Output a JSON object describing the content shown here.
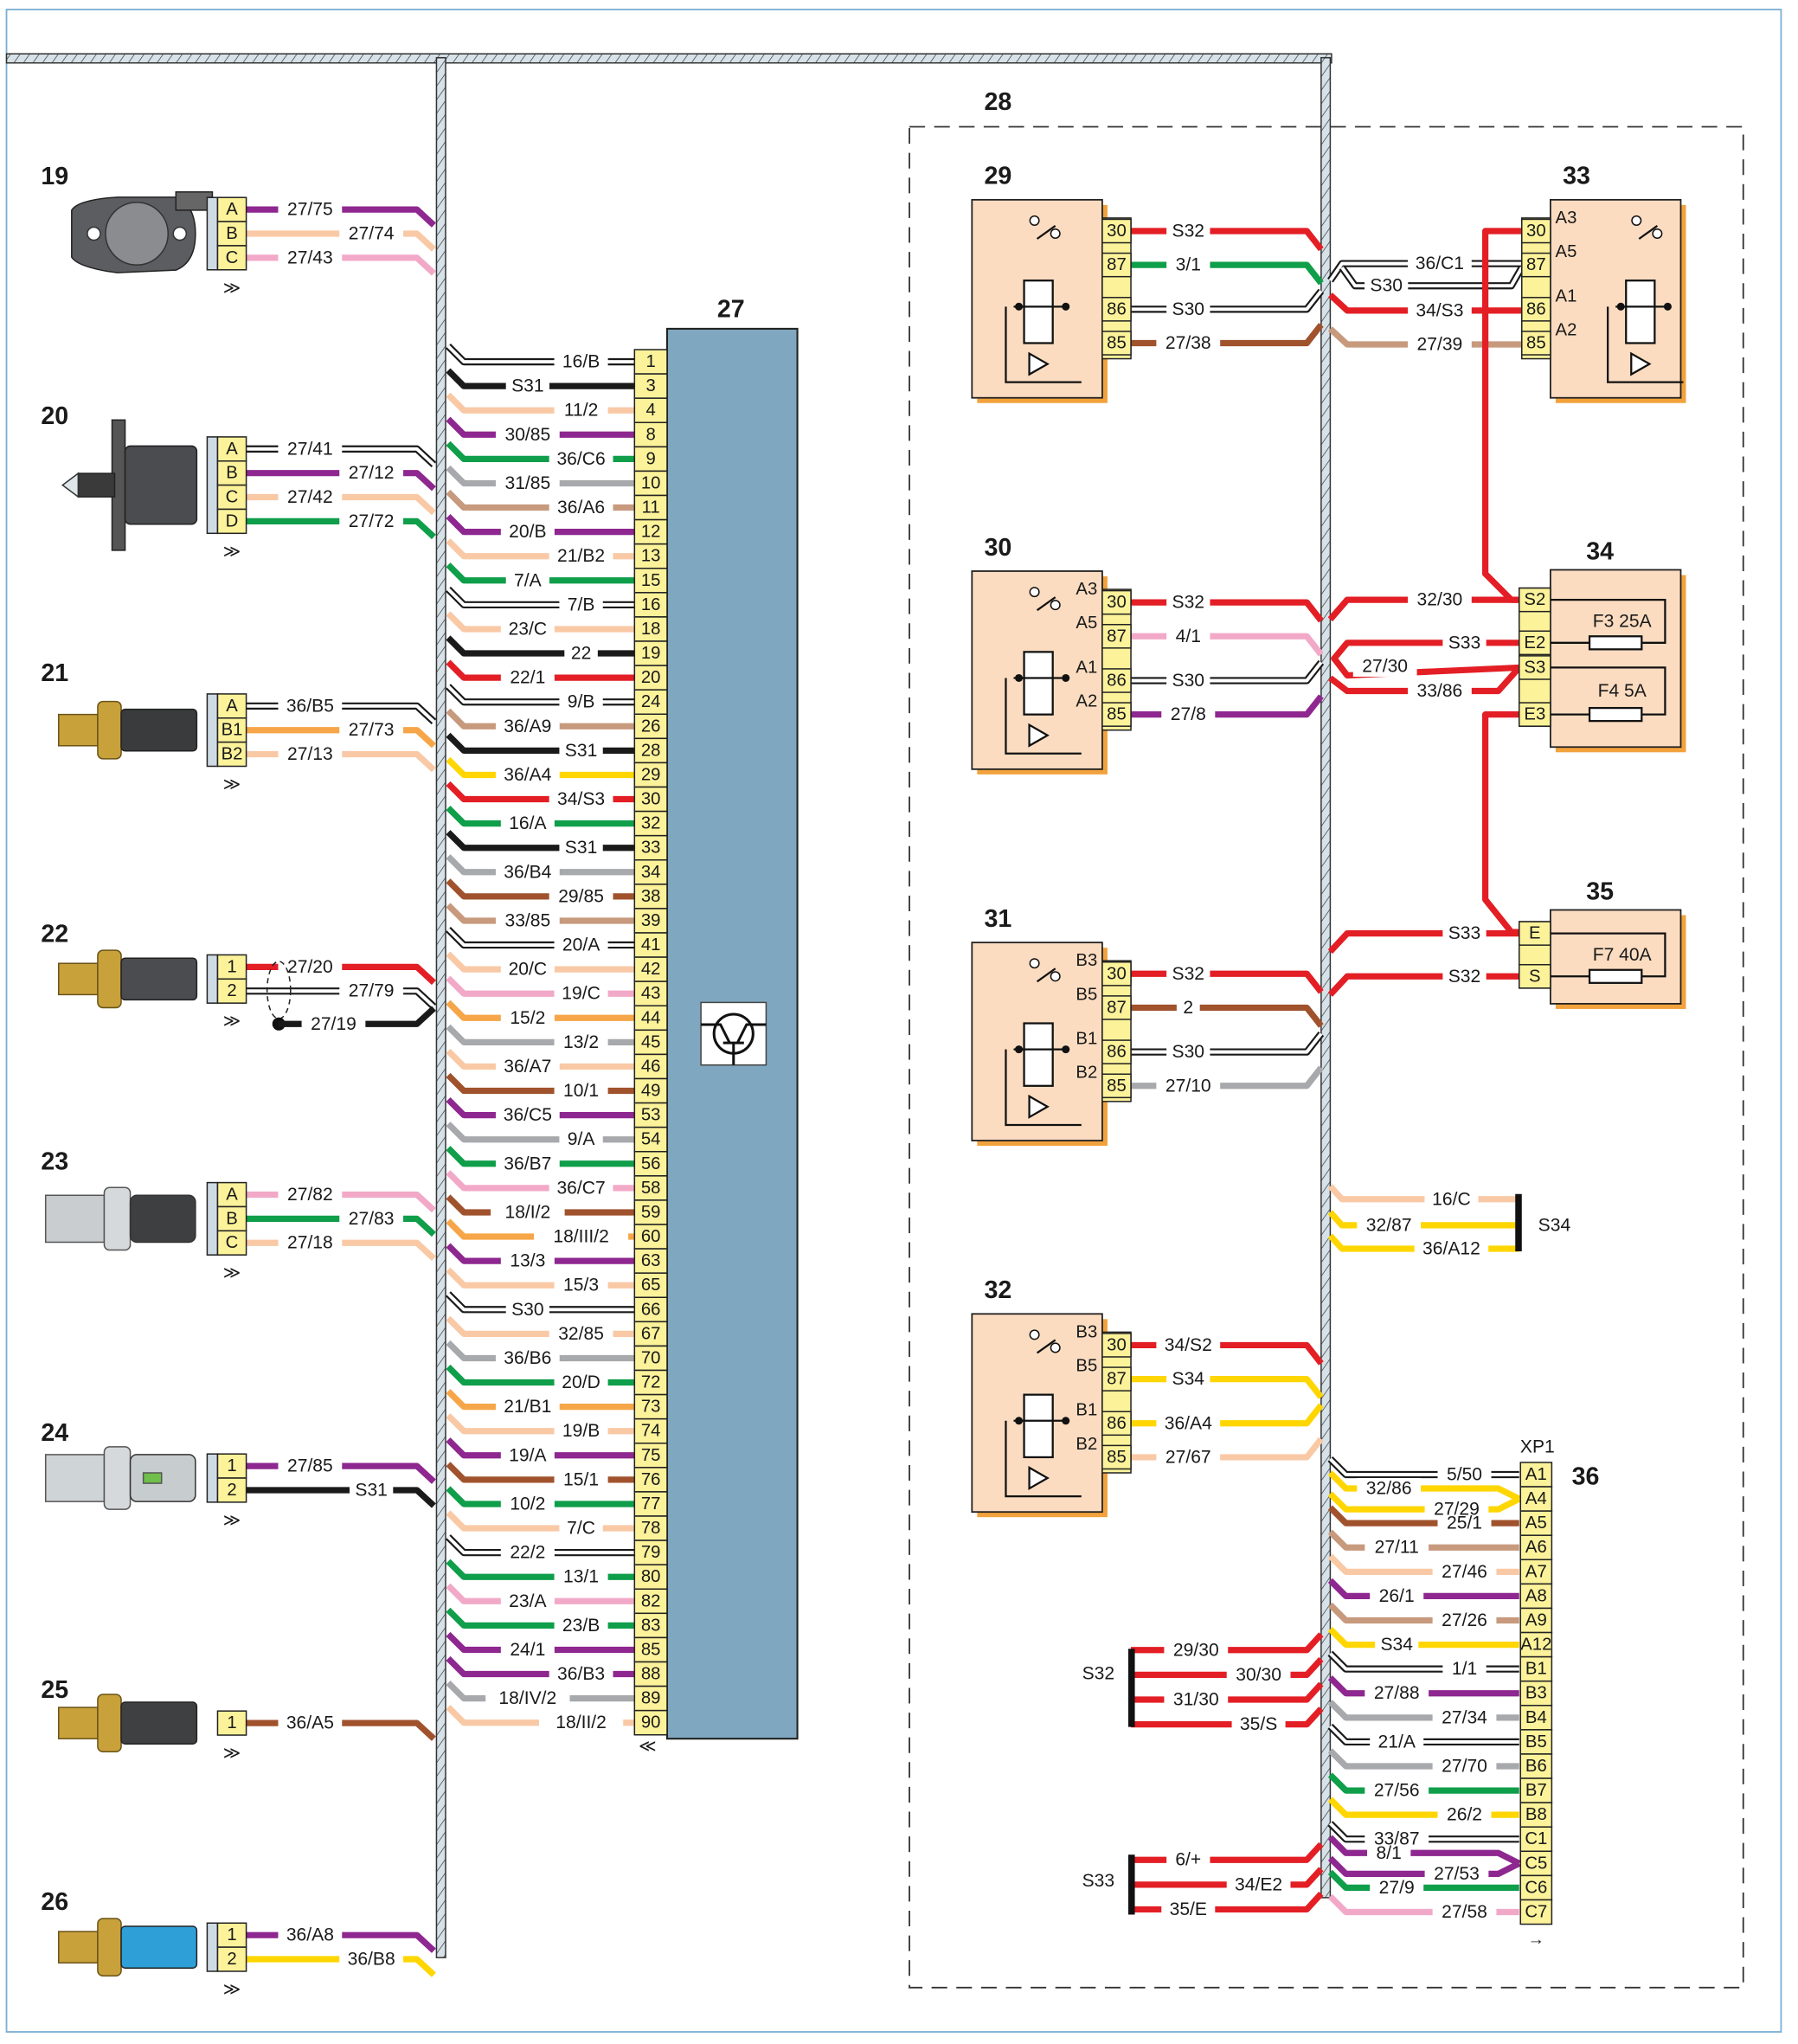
{
  "diagram": {
    "type": "wiring-diagram",
    "colors": {
      "violet": "#8e278f",
      "peach": "#f9c9a6",
      "pink": "#f2a9c8",
      "green": "#0f9e4a",
      "black": "#1a1a1a",
      "gray": "#a7a9ac",
      "tan": "#c79a7e",
      "orange": "#f6a648",
      "red": "#e31e25",
      "yellow": "#ffd600",
      "brown": "#a0522d",
      "white": "#ffffff",
      "connector_fill": "#fbf29a",
      "ecu_fill": "#7fa7bf",
      "relay_fill": "#fbdcc0",
      "relay_shadow": "#f2a23c",
      "harness_fill": "#d6e1e8",
      "frame": "#7bafd4"
    },
    "sensors": [
      {
        "id": "19",
        "pins": [
          {
            "pin": "A",
            "wire": "27/75",
            "color": "violet"
          },
          {
            "pin": "B",
            "wire": "27/74",
            "color": "peach"
          },
          {
            "pin": "C",
            "wire": "27/43",
            "color": "pink"
          }
        ]
      },
      {
        "id": "20",
        "pins": [
          {
            "pin": "A",
            "wire": "27/41",
            "color": "white"
          },
          {
            "pin": "B",
            "wire": "27/12",
            "color": "violet"
          },
          {
            "pin": "C",
            "wire": "27/42",
            "color": "peach"
          },
          {
            "pin": "D",
            "wire": "27/72",
            "color": "green"
          }
        ]
      },
      {
        "id": "21",
        "pins": [
          {
            "pin": "A",
            "wire": "36/B5",
            "color": "white"
          },
          {
            "pin": "B1",
            "wire": "27/73",
            "color": "orange"
          },
          {
            "pin": "B2",
            "wire": "27/13",
            "color": "peach"
          }
        ]
      },
      {
        "id": "22",
        "pins": [
          {
            "pin": "1",
            "wire": "27/20",
            "color": "red"
          },
          {
            "pin": "2",
            "wire": "27/79",
            "color": "white"
          }
        ],
        "shield": {
          "wire": "27/19",
          "color": "black"
        }
      },
      {
        "id": "23",
        "pins": [
          {
            "pin": "A",
            "wire": "27/82",
            "color": "pink"
          },
          {
            "pin": "B",
            "wire": "27/83",
            "color": "green"
          },
          {
            "pin": "C",
            "wire": "27/18",
            "color": "peach"
          }
        ]
      },
      {
        "id": "24",
        "pins": [
          {
            "pin": "1",
            "wire": "27/85",
            "color": "violet"
          },
          {
            "pin": "2",
            "wire": "S31",
            "color": "black"
          }
        ]
      },
      {
        "id": "25",
        "pins": [
          {
            "pin": "1",
            "wire": "36/A5",
            "color": "brown"
          }
        ]
      },
      {
        "id": "26",
        "pins": [
          {
            "pin": "1",
            "wire": "36/A8",
            "color": "violet"
          },
          {
            "pin": "2",
            "wire": "36/B8",
            "color": "yellow"
          }
        ]
      }
    ],
    "ecu": {
      "id": "27",
      "pins": [
        {
          "pin": "1",
          "wire": "16/B",
          "color": "white"
        },
        {
          "pin": "3",
          "wire": "S31",
          "color": "black"
        },
        {
          "pin": "4",
          "wire": "11/2",
          "color": "peach"
        },
        {
          "pin": "8",
          "wire": "30/85",
          "color": "violet"
        },
        {
          "pin": "9",
          "wire": "36/C6",
          "color": "green"
        },
        {
          "pin": "10",
          "wire": "31/85",
          "color": "gray"
        },
        {
          "pin": "11",
          "wire": "36/A6",
          "color": "tan"
        },
        {
          "pin": "12",
          "wire": "20/B",
          "color": "violet"
        },
        {
          "pin": "13",
          "wire": "21/B2",
          "color": "peach"
        },
        {
          "pin": "15",
          "wire": "7/A",
          "color": "green"
        },
        {
          "pin": "16",
          "wire": "7/B",
          "color": "white"
        },
        {
          "pin": "18",
          "wire": "23/C",
          "color": "peach"
        },
        {
          "pin": "19",
          "wire": "22",
          "color": "black"
        },
        {
          "pin": "20",
          "wire": "22/1",
          "color": "red"
        },
        {
          "pin": "24",
          "wire": "9/B",
          "color": "white"
        },
        {
          "pin": "26",
          "wire": "36/A9",
          "color": "tan"
        },
        {
          "pin": "28",
          "wire": "S31",
          "color": "black"
        },
        {
          "pin": "29",
          "wire": "36/A4",
          "color": "yellow"
        },
        {
          "pin": "30",
          "wire": "34/S3",
          "color": "red"
        },
        {
          "pin": "32",
          "wire": "16/A",
          "color": "green"
        },
        {
          "pin": "33",
          "wire": "S31",
          "color": "black"
        },
        {
          "pin": "34",
          "wire": "36/B4",
          "color": "gray"
        },
        {
          "pin": "38",
          "wire": "29/85",
          "color": "brown"
        },
        {
          "pin": "39",
          "wire": "33/85",
          "color": "tan"
        },
        {
          "pin": "41",
          "wire": "20/A",
          "color": "white"
        },
        {
          "pin": "42",
          "wire": "20/C",
          "color": "peach"
        },
        {
          "pin": "43",
          "wire": "19/C",
          "color": "pink"
        },
        {
          "pin": "44",
          "wire": "15/2",
          "color": "orange"
        },
        {
          "pin": "45",
          "wire": "13/2",
          "color": "gray"
        },
        {
          "pin": "46",
          "wire": "36/A7",
          "color": "peach"
        },
        {
          "pin": "49",
          "wire": "10/1",
          "color": "brown"
        },
        {
          "pin": "53",
          "wire": "36/C5",
          "color": "violet"
        },
        {
          "pin": "54",
          "wire": "9/A",
          "color": "gray"
        },
        {
          "pin": "56",
          "wire": "36/B7",
          "color": "green"
        },
        {
          "pin": "58",
          "wire": "36/C7",
          "color": "pink"
        },
        {
          "pin": "59",
          "wire": "18/I/2",
          "color": "brown"
        },
        {
          "pin": "60",
          "wire": "18/III/2",
          "color": "orange"
        },
        {
          "pin": "63",
          "wire": "13/3",
          "color": "violet"
        },
        {
          "pin": "65",
          "wire": "15/3",
          "color": "peach"
        },
        {
          "pin": "66",
          "wire": "S30",
          "color": "white"
        },
        {
          "pin": "67",
          "wire": "32/85",
          "color": "peach"
        },
        {
          "pin": "70",
          "wire": "36/B6",
          "color": "gray"
        },
        {
          "pin": "72",
          "wire": "20/D",
          "color": "green"
        },
        {
          "pin": "73",
          "wire": "21/B1",
          "color": "orange"
        },
        {
          "pin": "74",
          "wire": "19/B",
          "color": "peach"
        },
        {
          "pin": "75",
          "wire": "19/A",
          "color": "violet"
        },
        {
          "pin": "76",
          "wire": "15/1",
          "color": "brown"
        },
        {
          "pin": "77",
          "wire": "10/2",
          "color": "green"
        },
        {
          "pin": "78",
          "wire": "7/C",
          "color": "peach"
        },
        {
          "pin": "79",
          "wire": "22/2",
          "color": "white"
        },
        {
          "pin": "80",
          "wire": "13/1",
          "color": "green"
        },
        {
          "pin": "82",
          "wire": "23/A",
          "color": "pink"
        },
        {
          "pin": "83",
          "wire": "23/B",
          "color": "green"
        },
        {
          "pin": "85",
          "wire": "24/1",
          "color": "violet"
        },
        {
          "pin": "88",
          "wire": "36/B3",
          "color": "violet"
        },
        {
          "pin": "89",
          "wire": "18/IV/2",
          "color": "gray"
        },
        {
          "pin": "90",
          "wire": "18/II/2",
          "color": "peach"
        }
      ]
    },
    "relay_block": {
      "id": "28"
    },
    "relays": [
      {
        "id": "29",
        "contacts": [],
        "pins": [
          {
            "pin": "30",
            "wire": "S32",
            "color": "red"
          },
          {
            "pin": "87",
            "wire": "3/1",
            "color": "green"
          },
          {
            "pin": "86",
            "wire": "S30",
            "color": "white"
          },
          {
            "pin": "85",
            "wire": "27/38",
            "color": "brown"
          }
        ]
      },
      {
        "id": "30",
        "contacts": [
          "A3",
          "A5",
          "A1",
          "A2"
        ],
        "pins": [
          {
            "pin": "30",
            "wire": "S32",
            "color": "red"
          },
          {
            "pin": "87",
            "wire": "4/1",
            "color": "pink"
          },
          {
            "pin": "86",
            "wire": "S30",
            "color": "white"
          },
          {
            "pin": "85",
            "wire": "27/8",
            "color": "violet"
          }
        ]
      },
      {
        "id": "31",
        "contacts": [
          "B3",
          "B5",
          "B1",
          "B2"
        ],
        "pins": [
          {
            "pin": "30",
            "wire": "S32",
            "color": "red"
          },
          {
            "pin": "87",
            "wire": "2",
            "color": "brown"
          },
          {
            "pin": "86",
            "wire": "S30",
            "color": "white"
          },
          {
            "pin": "85",
            "wire": "27/10",
            "color": "gray"
          }
        ]
      },
      {
        "id": "32",
        "contacts": [
          "B3",
          "B5",
          "B1",
          "B2"
        ],
        "pins": [
          {
            "pin": "30",
            "wire": "34/S2",
            "color": "red"
          },
          {
            "pin": "87",
            "wire": "S34",
            "color": "yellow"
          },
          {
            "pin": "86",
            "wire": "36/A4",
            "color": "yellow"
          },
          {
            "pin": "85",
            "wire": "27/67",
            "color": "peach"
          }
        ]
      },
      {
        "id": "33",
        "contacts": [
          "A3",
          "A5",
          "A1",
          "A2"
        ],
        "pins": [
          {
            "pin": "30",
            "wire": "",
            "color": "red"
          },
          {
            "pin": "87",
            "wire": "36/C1",
            "color": "white"
          },
          {
            "pin": "86",
            "wire": "34/S3",
            "color": "red"
          },
          {
            "pin": "85",
            "wire": "27/39",
            "color": "tan"
          }
        ],
        "extra_wire": "S30"
      }
    ],
    "fuse_blocks": [
      {
        "id": "34",
        "pins": [
          {
            "pin": "S2",
            "wire": "32/30",
            "color": "red"
          },
          {
            "pin": "E2",
            "wire": "S33",
            "color": "red"
          },
          {
            "pin": "S3",
            "wire": "27/30",
            "color": "red"
          },
          {
            "pin": "E3",
            "wire": "",
            "color": "red"
          }
        ],
        "extra_wire": "33/86",
        "fuses": [
          "F3 25A",
          "F4 5A"
        ]
      },
      {
        "id": "35",
        "pins": [
          {
            "pin": "E",
            "wire": "S33",
            "color": "red"
          },
          {
            "pin": "S",
            "wire": "S32",
            "color": "red"
          }
        ],
        "fuses": [
          "F7 40A"
        ]
      }
    ],
    "splices": [
      {
        "id": "S34",
        "wires": [
          {
            "wire": "16/C",
            "color": "peach"
          },
          {
            "wire": "32/87",
            "color": "yellow"
          },
          {
            "wire": "36/A12",
            "color": "yellow"
          }
        ]
      },
      {
        "id": "S32",
        "wires": [
          {
            "wire": "29/30",
            "color": "red"
          },
          {
            "wire": "30/30",
            "color": "red"
          },
          {
            "wire": "31/30",
            "color": "red"
          },
          {
            "wire": "35/S",
            "color": "red"
          }
        ]
      },
      {
        "id": "S33",
        "wires": [
          {
            "wire": "6/+",
            "color": "red"
          },
          {
            "wire": "34/E2",
            "color": "red"
          },
          {
            "wire": "35/E",
            "color": "red"
          }
        ]
      }
    ],
    "connector_36": {
      "id": "36",
      "name": "XP1",
      "pins": [
        {
          "pin": "A1",
          "wires": [
            {
              "wire": "5/50",
              "color": "white"
            }
          ]
        },
        {
          "pin": "A4",
          "wires": [
            {
              "wire": "32/86",
              "color": "yellow"
            },
            {
              "wire": "27/29",
              "color": "yellow"
            }
          ]
        },
        {
          "pin": "A5",
          "wires": [
            {
              "wire": "25/1",
              "color": "brown"
            }
          ]
        },
        {
          "pin": "A6",
          "wires": [
            {
              "wire": "27/11",
              "color": "tan"
            }
          ]
        },
        {
          "pin": "A7",
          "wires": [
            {
              "wire": "27/46",
              "color": "peach"
            }
          ]
        },
        {
          "pin": "A8",
          "wires": [
            {
              "wire": "26/1",
              "color": "violet"
            }
          ]
        },
        {
          "pin": "A9",
          "wires": [
            {
              "wire": "27/26",
              "color": "tan"
            }
          ]
        },
        {
          "pin": "A12",
          "wires": [
            {
              "wire": "S34",
              "color": "yellow"
            }
          ]
        },
        {
          "pin": "B1",
          "wires": [
            {
              "wire": "1/1",
              "color": "white"
            }
          ]
        },
        {
          "pin": "B3",
          "wires": [
            {
              "wire": "27/88",
              "color": "violet"
            }
          ]
        },
        {
          "pin": "B4",
          "wires": [
            {
              "wire": "27/34",
              "color": "gray"
            }
          ]
        },
        {
          "pin": "B5",
          "wires": [
            {
              "wire": "21/A",
              "color": "white"
            }
          ]
        },
        {
          "pin": "B6",
          "wires": [
            {
              "wire": "27/70",
              "color": "gray"
            }
          ]
        },
        {
          "pin": "B7",
          "wires": [
            {
              "wire": "27/56",
              "color": "green"
            }
          ]
        },
        {
          "pin": "B8",
          "wires": [
            {
              "wire": "26/2",
              "color": "yellow"
            }
          ]
        },
        {
          "pin": "C1",
          "wires": [
            {
              "wire": "33/87",
              "color": "white"
            }
          ]
        },
        {
          "pin": "C5",
          "wires": [
            {
              "wire": "8/1",
              "color": "violet"
            },
            {
              "wire": "27/53",
              "color": "violet"
            }
          ]
        },
        {
          "pin": "C6",
          "wires": [
            {
              "wire": "27/9",
              "color": "green"
            }
          ]
        },
        {
          "pin": "C7",
          "wires": [
            {
              "wire": "27/58",
              "color": "pink"
            }
          ]
        }
      ]
    }
  }
}
